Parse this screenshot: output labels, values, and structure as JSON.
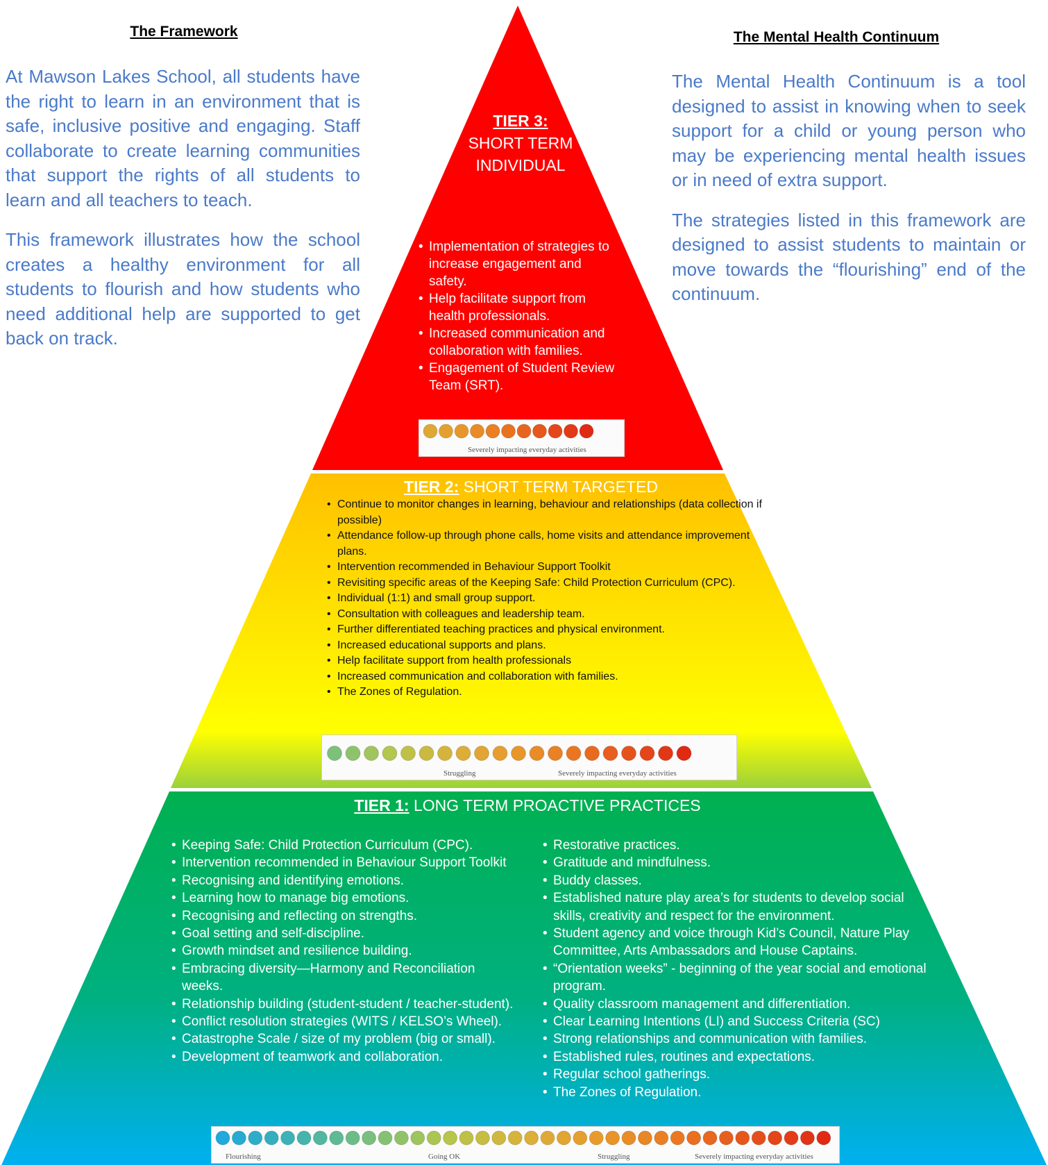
{
  "left": {
    "heading": "The Framework",
    "paragraphs": [
      "At Mawson Lakes School, all students have the right to learn in an environment that is safe, inclusive positive and engaging. Staff collaborate to create learning communities that support the rights of all students to learn and all teachers to teach.",
      "This framework illustrates how the school creates a healthy environment for all students to flourish and how students who need additional help are supported to get back on track."
    ]
  },
  "right": {
    "heading": "The Mental Health Continuum",
    "paragraphs": [
      "The Mental Health Continuum is a tool designed to assist in knowing when to seek support for a child or young person who may be experiencing mental health issues or in need of extra support.",
      "The strategies listed in this framework are designed to assist students to maintain or move towards the “flourishing” end of the continuum."
    ]
  },
  "tier3": {
    "label": "TIER 3:",
    "line1": "SHORT TERM",
    "line2": "INDIVIDUAL",
    "items": [
      "Implementation of strategies to increase engagement and safety.",
      "Help facilitate support from health professionals.",
      "Increased communication and collaboration with families.",
      "Engagement of Student Review Team (SRT)."
    ],
    "scale": {
      "labels": [
        "Severely impacting everyday activities"
      ]
    }
  },
  "tier2": {
    "label": "TIER 2:",
    "title": "SHORT TERM TARGETED",
    "items": [
      "Continue to monitor changes in learning, behaviour and relationships (data collection if possible)",
      "Attendance follow-up through phone calls, home visits and attendance improvement plans.",
      "Intervention recommended in Behaviour Support Toolkit",
      "Revisiting specific areas of the Keeping Safe: Child Protection Curriculum (CPC).",
      "Individual (1:1) and small group support.",
      "Consultation with colleagues and leadership team.",
      "Further differentiated teaching practices and physical environment.",
      "Increased educational supports and plans.",
      "Help facilitate support from health professionals",
      "Increased communication and collaboration with families.",
      "The Zones of Regulation."
    ],
    "scale": {
      "labels": [
        "Struggling",
        "Severely impacting everyday activities"
      ]
    }
  },
  "tier1": {
    "label": "TIER 1:",
    "title": "LONG TERM PROACTIVE PRACTICES",
    "items_left": [
      "Keeping Safe: Child Protection Curriculum (CPC).",
      "Intervention recommended in Behaviour Support Toolkit",
      "Recognising and identifying emotions.",
      "Learning how to manage big emotions.",
      "Recognising and reflecting on strengths.",
      "Goal setting and self-discipline.",
      "Growth mindset and resilience building.",
      "Embracing diversity—Harmony and Reconciliation weeks.",
      "Relationship building (student-student / teacher-student).",
      "Conflict resolution strategies (WITS / KELSO’s Wheel).",
      "Catastrophe Scale / size of my problem (big or small).",
      "Development of teamwork and collaboration."
    ],
    "items_right": [
      "Restorative practices.",
      "Gratitude and mindfulness.",
      "Buddy classes.",
      "Established nature play area’s for students to develop social skills, creativity and respect for the environment.",
      "Student agency and voice through Kid’s Council, Nature Play Committee, Arts Ambassadors and House Captains.",
      "“Orientation weeks” - beginning of the year social and emotional program.",
      "Quality classroom management and differentiation.",
      "Clear Learning Intentions (LI) and Success Criteria (SC)",
      "Strong relationships and communication with families.",
      "Established rules, routines and expectations.",
      "Regular school gatherings.",
      "The Zones of Regulation."
    ],
    "scale": {
      "labels": [
        "Flourishing",
        "Going OK",
        "Struggling",
        "Severely impacting everyday activities"
      ]
    }
  },
  "colors": {
    "tier3": "#ff0000",
    "tier2_top": "#ffc000",
    "tier2_bottom": "#ffff00",
    "tier1_top": "#00b050",
    "tier1_bottom": "#00b0f0",
    "side_text": "#4a7ac9"
  }
}
